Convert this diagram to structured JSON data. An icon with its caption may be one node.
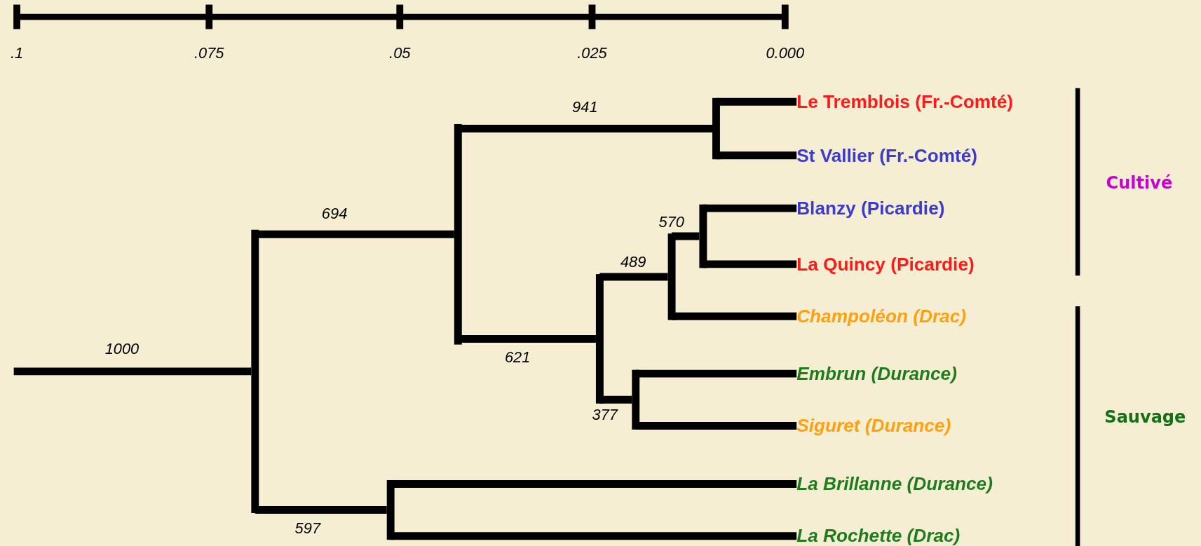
{
  "diagram": {
    "nodes": [
      {
        "text": [],
        "shape": "bar"
      },
      {
        "text": [],
        "shape": "bar"
      },
      {
        "text": [],
        "shape": "bar"
      },
      {
        "text": [],
        "shape": "bar"
      },
      {
        "text": [],
        "shape": "bar"
      },
      {
        "text": [],
        "shape": "bar"
      },
      {
        "text": [],
        "shape": "bar"
      },
      {
        "text": [],
        "shape": "bar"
      },
      {
        "text": [
          "Le Tremblois (Fr.-Comté)"
        ]
      },
      {
        "text": [
          "St Vallier (Fr.-Comté)"
        ]
      },
      {
        "text": [
          "Blanzy (Picardie)"
        ]
      },
      {
        "text": [
          "La Quincy (Picardie)"
        ]
      },
      {
        "text": [
          "Champoléon (Drac)"
        ]
      },
      {
        "text": [
          "Embrun (Durance)"
        ]
      },
      {
        "text": [
          "Siguret (Durance)"
        ]
      },
      {
        "text": [
          "La Brillanne (Durance)"
        ]
      },
      {
        "text": [
          "La Rochette (Drac)"
        ]
      }
    ],
    "edges": [
      {
        "from": null,
        "to": 0,
        "arrow": "none",
        "label": "1000"
      },
      {
        "from": 0,
        "to": 2,
        "arrow": "none",
        "label": "694"
      },
      {
        "from": 0,
        "to": 1,
        "arrow": "none",
        "label": "597"
      },
      {
        "from": 2,
        "to": 7,
        "arrow": "none",
        "label": "941"
      },
      {
        "from": 2,
        "to": 3,
        "arrow": "none",
        "label": "621"
      },
      {
        "from": 7,
        "to": 8,
        "arrow": "none"
      },
      {
        "from": 7,
        "to": 9,
        "arrow": "none"
      },
      {
        "from": 3,
        "to": 5,
        "arrow": "none",
        "label": "489"
      },
      {
        "from": 3,
        "to": 4,
        "arrow": "none",
        "label": "377"
      },
      {
        "from": 5,
        "to": 6,
        "arrow": "none",
        "label": "570"
      },
      {
        "from": 5,
        "to": 12,
        "arrow": "none"
      },
      {
        "from": 6,
        "to": 10,
        "arrow": "none"
      },
      {
        "from": 6,
        "to": 11,
        "arrow": "none"
      },
      {
        "from": 4,
        "to": 13,
        "arrow": "none"
      },
      {
        "from": 4,
        "to": 14,
        "arrow": "none"
      },
      {
        "from": 1,
        "to": 15,
        "arrow": "none"
      },
      {
        "from": 1,
        "to": 16,
        "arrow": "none"
      }
    ],
    "labels": [
      ".1",
      ".075",
      ".05",
      ".025",
      "0.000",
      "Cultivé",
      "Sauvage"
    ]
  }
}
